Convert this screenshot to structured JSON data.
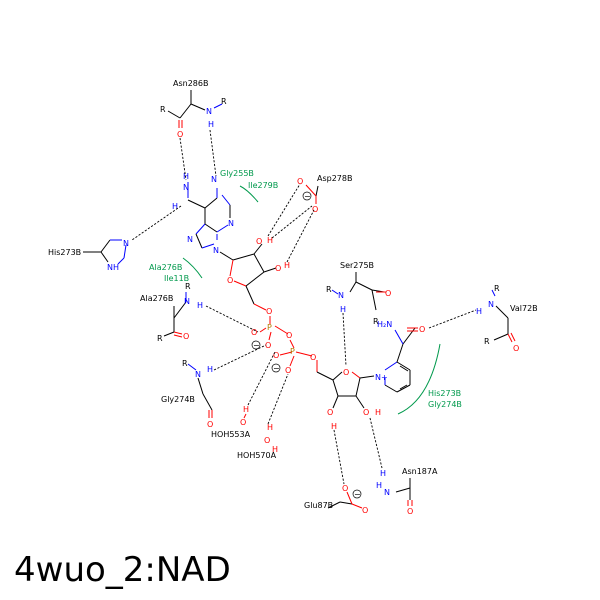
{
  "title": "4wuo_2:NAD",
  "residues": {
    "asn286b": "Asn286B",
    "his273b_left": "His273B",
    "gly255b": "Gly255B",
    "ile279b": "Ile279B",
    "asp278b": "Asp278B",
    "ala276b_hydro": "Ala276B",
    "ile11b": "Ile11B",
    "ala276b": "Ala276B",
    "ser275b": "Ser275B",
    "val72b": "Val72B",
    "gly274b_left": "Gly274B",
    "his273b_right": "His273B",
    "gly274b_right": "Gly274B",
    "hoh553a": "HOH553A",
    "hoh570a": "HOH570A",
    "asn187a": "Asn187A",
    "glu87b": "Glu87B"
  },
  "atoms": {
    "R": "R",
    "N": "N",
    "H": "H",
    "O": "O",
    "P": "P",
    "NH": "NH",
    "H2N": "H₂N",
    "Nplus": "N+",
    "minus": "−"
  },
  "colors": {
    "nitrogen": "#0000ff",
    "oxygen": "#ff0000",
    "phosphorus": "#b37a00",
    "hydrophobic": "#00994c",
    "carbon": "#000000"
  }
}
